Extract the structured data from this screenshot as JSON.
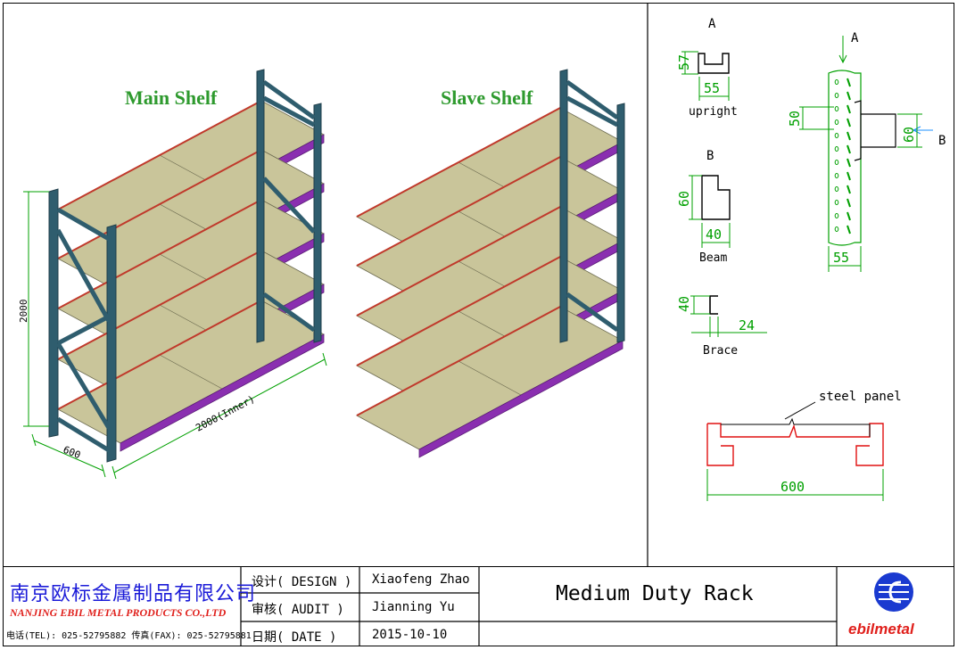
{
  "drawing": {
    "main_shelf_label": "Main Shelf",
    "slave_shelf_label": "Slave Shelf",
    "dimensions": {
      "height": "2000",
      "depth": "600",
      "width_inner": "2000(Inner)"
    },
    "details": {
      "upright": {
        "marker": "A",
        "name": "upright",
        "dim_h": "57",
        "dim_w": "55"
      },
      "beam": {
        "marker": "B",
        "name": "Beam",
        "dim_h": "60",
        "dim_w": "40"
      },
      "brace": {
        "name": "Brace",
        "dim_h": "40",
        "dim_w": "24"
      },
      "column": {
        "marker_a": "A",
        "marker_b": "B",
        "dim_hole": "50",
        "dim_beam": "60",
        "dim_w": "55"
      },
      "panel": {
        "name": "steel panel",
        "dim_w": "600"
      }
    },
    "colors": {
      "title_green": "#2e9a2e",
      "frame_blue": "#2f5d6e",
      "beam_purple": "#8a2fb0",
      "panel_khaki": "#c9c59a",
      "dim_green": "#00a000",
      "detail_red": "#e01010"
    }
  },
  "title_block": {
    "company_cn": "南京欧标金属制品有限公司",
    "company_en": "NANJING EBIL METAL PRODUCTS CO.,LTD",
    "company_contact": "电话(TEL): 025-52795882  传真(FAX): 025-52795881",
    "rows": [
      {
        "label": "设计( DESIGN )",
        "value": "Xiaofeng Zhao"
      },
      {
        "label": "审核(  AUDIT  )",
        "value": "Jianning Yu"
      },
      {
        "label": "日期(   DATE  )",
        "value": "2015-10-10"
      }
    ],
    "drawing_title": "Medium Duty Rack",
    "brand": "ebilmetal"
  }
}
